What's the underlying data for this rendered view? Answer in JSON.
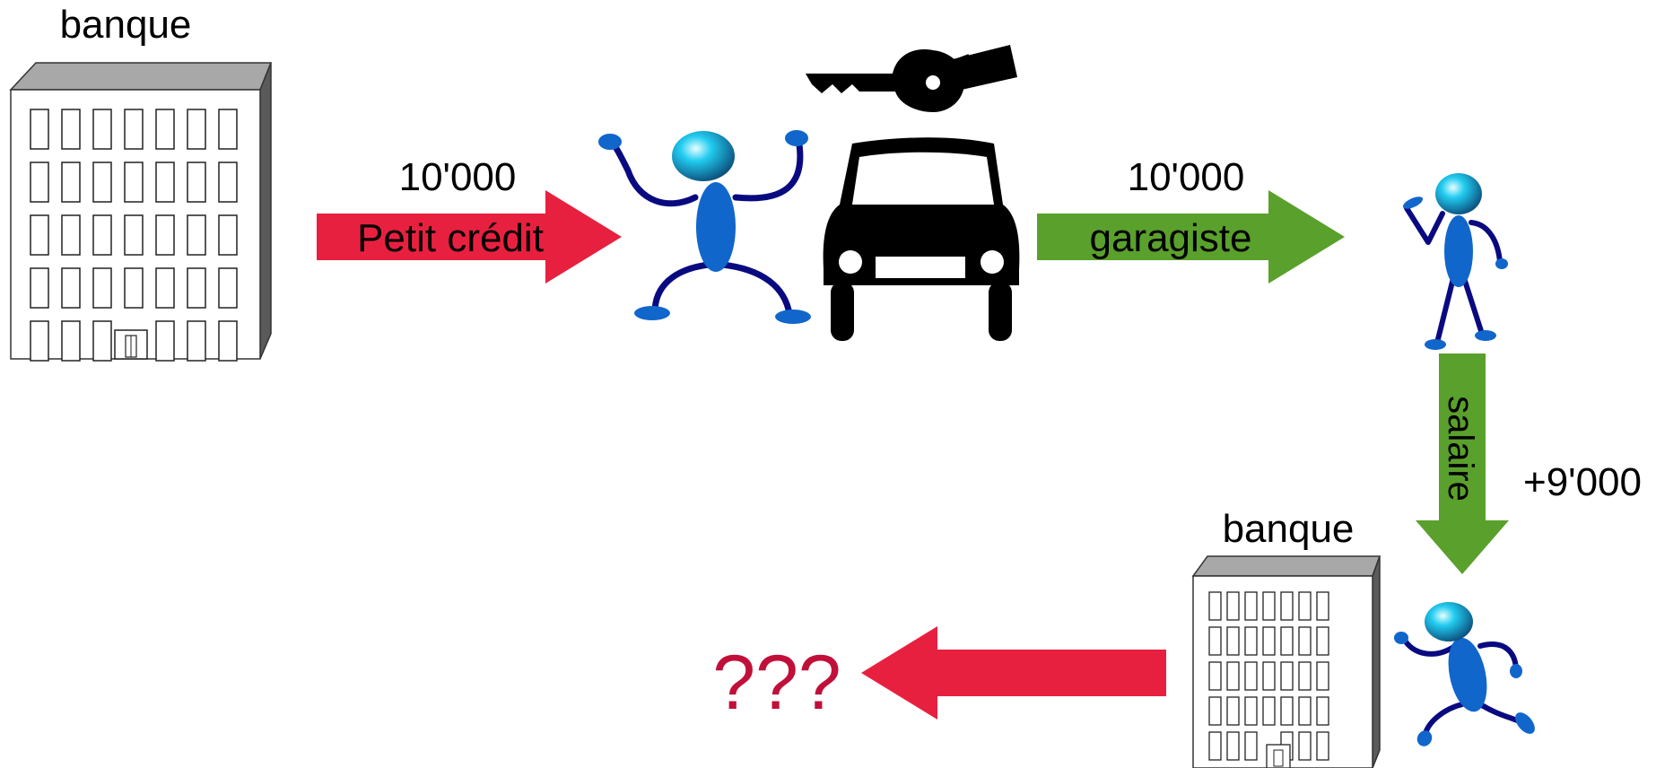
{
  "labels": {
    "bank_top": "banque",
    "amount_credit": "10'000",
    "credit_arrow": "Petit crédit",
    "amount_garagiste": "10'000",
    "garagiste_arrow": "garagiste",
    "salary_arrow": "salaire",
    "salary_amount": "+9'000",
    "bank_bottom": "banque",
    "question": "???"
  },
  "colors": {
    "red_arrow": "#e8203f",
    "green_arrow": "#5aa02c",
    "question": "#c0103a",
    "figure_body": "#1166cc",
    "figure_limbs": "#0a0a80",
    "head": "#00b4e8"
  }
}
